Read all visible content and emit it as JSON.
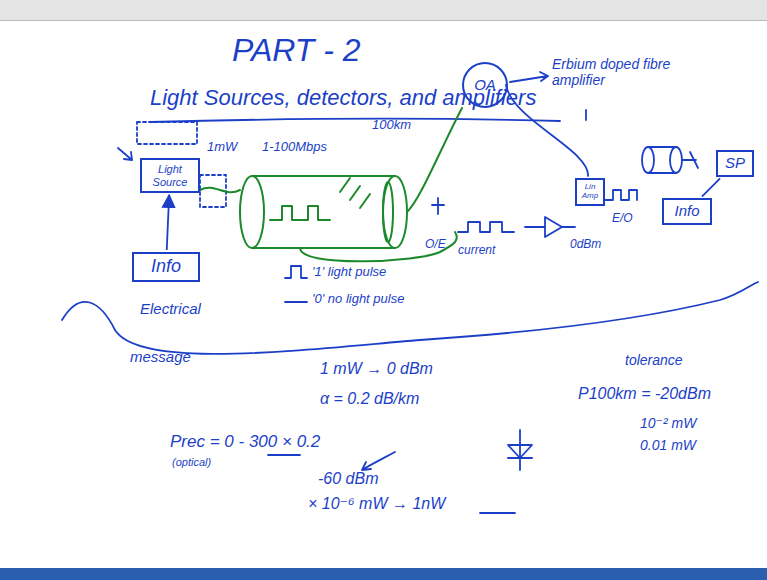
{
  "diagram": {
    "title": "PART - 2",
    "nodes": [
      {
        "text": [
          "Light Source"
        ]
      },
      {
        "text": [
          "Info"
        ]
      },
      {
        "text": [
          "OA"
        ]
      },
      {
        "text": [
          "Lin Amp"
        ]
      },
      {
        "text": [
          "Info"
        ]
      },
      {
        "text": [
          "SP"
        ]
      }
    ],
    "edges": [
      {
        "from": 1,
        "to": 0,
        "arrow": "to"
      },
      {
        "from": 4,
        "to": 5,
        "arrow": "none"
      }
    ],
    "labels": [
      "Light Sources, detectors, and amplifiers",
      "1mW",
      "1-100Mbps",
      "100km",
      "Erbium doped fibre amplifier",
      "O/E",
      "current",
      "0dBm",
      "E/O",
      "Electrical",
      "message",
      "'1' light pulse",
      "'0' no light pulse",
      "1 mW → 0 dBm",
      "α = 0.2 dB/km",
      "tolerance",
      "P100km = -20dBm",
      "10⁻² mW",
      "0.01 mW",
      "Prec = 0 - 300 × 0.2",
      "(optical)",
      "-60 dBm",
      "× 10⁻⁶ mW → 1nW"
    ]
  }
}
